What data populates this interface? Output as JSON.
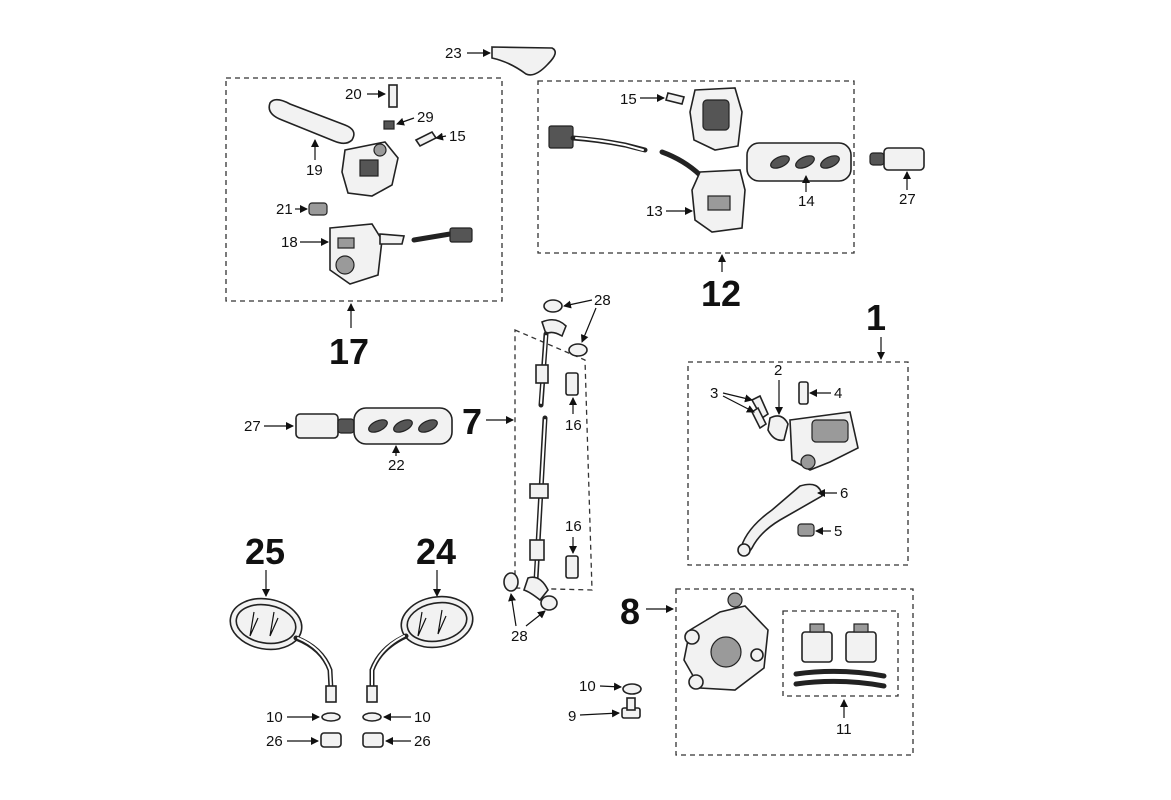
{
  "diagram": {
    "part_labels": {
      "p23": "23",
      "p20": "20",
      "p29": "29",
      "p15a": "15",
      "p19": "19",
      "p21": "21",
      "p18": "18",
      "p17": "17",
      "p15b": "15",
      "p13": "13",
      "p14": "14",
      "p27a": "27",
      "p12": "12",
      "p28a": "28",
      "p7": "7",
      "p16a": "16",
      "p16b": "16",
      "p28b": "28",
      "p27b": "27",
      "p22": "22",
      "p1": "1",
      "p2": "2",
      "p3": "3",
      "p4": "4",
      "p6": "6",
      "p5": "5",
      "p25": "25",
      "p24": "24",
      "p10a": "10",
      "p26a": "26",
      "p10b": "10",
      "p26b": "26",
      "p8": "8",
      "p10c": "10",
      "p9": "9",
      "p11": "11"
    }
  }
}
